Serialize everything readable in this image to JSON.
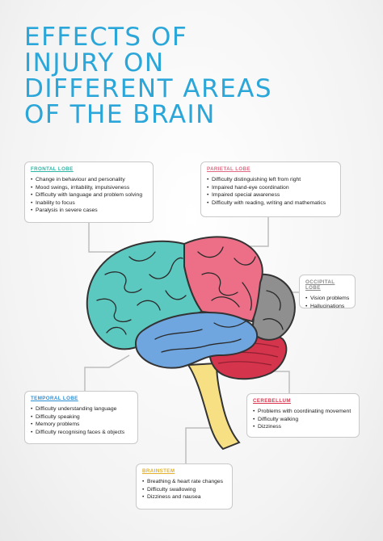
{
  "title_lines": [
    "EFFECTS OF",
    "INJURY ON",
    "DIFFERENT AREAS",
    "OF THE BRAIN"
  ],
  "colors": {
    "title": "#2aa6d9",
    "frontal": "#5cc9c0",
    "parietal": "#ec6f87",
    "occipital": "#8f8f8f",
    "temporal": "#6fa6e0",
    "cerebellum": "#d4344c",
    "brainstem": "#f7e084"
  },
  "regions": {
    "frontal": {
      "heading": "FRONTAL LOBE",
      "items": [
        "Change in behaviour and personality",
        "Mood swings, irritability, impulsiveness",
        "Difficulty with language and problem solving",
        "Inability to focus",
        "Paralysis in severe cases"
      ]
    },
    "parietal": {
      "heading": "PARIETAL LOBE",
      "items": [
        "Difficulty distinguishing left from right",
        "Impaired hand-eye coordination",
        "Impaired special awareness",
        "Difficulty with reading, writing and mathematics"
      ]
    },
    "occipital": {
      "heading": "OCCIPITAL LOBE",
      "items": [
        "Vision problems",
        "Hallucinations"
      ]
    },
    "temporal": {
      "heading": "TEMPORAL LOBE",
      "items": [
        "Difficulty understanding language",
        "Difficulty speaking",
        "Memory problems",
        "Difficulty recognising faces & objects"
      ]
    },
    "cerebellum": {
      "heading": "CEREBELLUM",
      "items": [
        "Problems with coordinating movement",
        "Difficulty walking",
        "Dizziness"
      ]
    },
    "brainstem": {
      "heading": "BRAINSTEM",
      "items": [
        "Breathing & heart rate changes",
        "Difficulty swallowing",
        "Dizziness and nausea"
      ]
    }
  }
}
